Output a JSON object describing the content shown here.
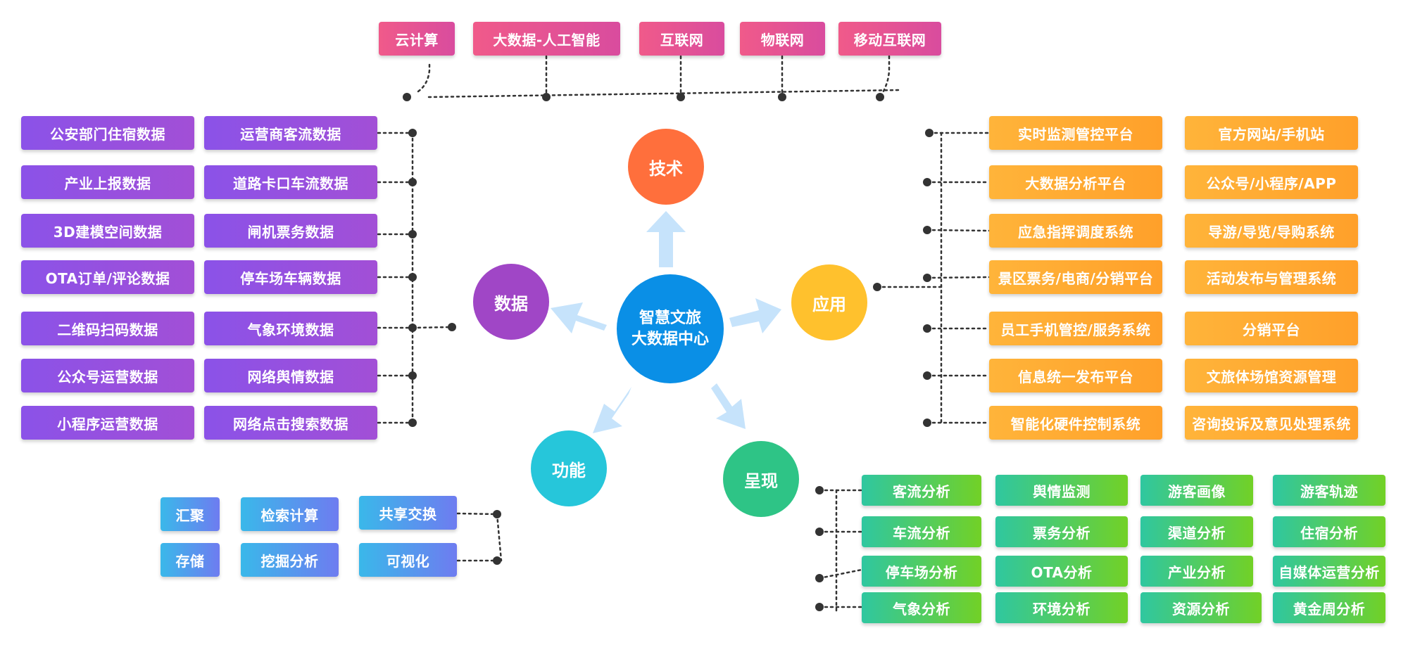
{
  "center": {
    "line1": "智慧文旅",
    "line2": "大数据中心"
  },
  "hubs": {
    "tech": "技术",
    "data": "数据",
    "app": "应用",
    "func": "功能",
    "show": "呈现"
  },
  "tech_items": [
    "云计算",
    "大数据-人工智能",
    "互联网",
    "物联网",
    "移动互联网"
  ],
  "data_items": {
    "left": [
      "公安部门住宿数据",
      "产业上报数据",
      "3D建模空间数据",
      "OTA订单/评论数据",
      "二维码扫码数据",
      "公众号运营数据",
      "小程序运营数据"
    ],
    "right": [
      "运营商客流数据",
      "道路卡口车流数据",
      "闸机票务数据",
      "停车场车辆数据",
      "气象环境数据",
      "网络舆情数据",
      "网络点击搜索数据"
    ]
  },
  "app_items": {
    "left": [
      "实时监测管控平台",
      "大数据分析平台",
      "应急指挥调度系统",
      "景区票务/电商/分销平台",
      "员工手机管控/服务系统",
      "信息统一发布平台",
      "智能化硬件控制系统"
    ],
    "right": [
      "官方网站/手机站",
      "公众号/小程序/APP",
      "导游/导览/导购系统",
      "活动发布与管理系统",
      "分销平台",
      "文旅体场馆资源管理",
      "咨询投诉及意见处理系统"
    ]
  },
  "func_items": [
    "汇聚",
    "检索计算",
    "共享交换",
    "存储",
    "挖掘分析",
    "可视化"
  ],
  "show_items": [
    [
      "客流分析",
      "舆情监测",
      "游客画像",
      "游客轨迹"
    ],
    [
      "车流分析",
      "票务分析",
      "渠道分析",
      "住宿分析"
    ],
    [
      "停车场分析",
      "OTA分析",
      "产业分析",
      "自媒体运营分析"
    ],
    [
      "气象分析",
      "环境分析",
      "资源分析",
      "黄金周分析"
    ]
  ],
  "colors": {
    "center": "#0a8fe6",
    "tech": "#ff6f3c",
    "data": "#a046c6",
    "app": "#ffc12d",
    "func": "#26c6da",
    "show": "#2ec486",
    "arrow": "#c6e3fb",
    "connector": "#333333"
  }
}
